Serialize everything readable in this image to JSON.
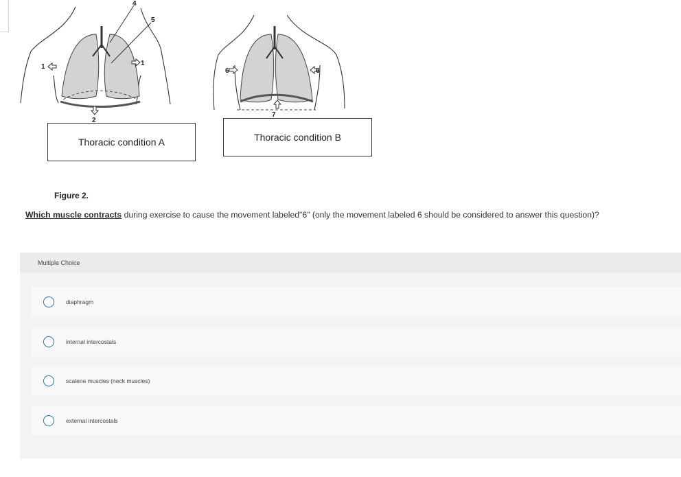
{
  "figure": {
    "labels": {
      "n1a": "1",
      "n1b": "1",
      "n2": "2",
      "n4": "4",
      "n5": "5",
      "n6a": "6",
      "n6b": "6",
      "n7": "7"
    },
    "condition_a": "Thoracic condition A",
    "condition_b": "Thoracic condition B",
    "caption": "Figure 2."
  },
  "question": {
    "keyword": "Which muscle contracts",
    "text": " during exercise to cause the movement labeled\"6\" (only the movement labeled 6 should be considered to answer this question)?"
  },
  "multiple_choice": {
    "title": "Multiple Choice",
    "options": [
      {
        "label": "diaphragm"
      },
      {
        "label": "internal intercostals"
      },
      {
        "label": "scalene muscles (neck muscles)"
      },
      {
        "label": "external intercostals"
      }
    ]
  },
  "colors": {
    "radio_border": "#1f6fc4",
    "panel_bg": "#f3f3f3",
    "header_bg": "#ebebeb",
    "option_bg": "#f8f8f8"
  }
}
